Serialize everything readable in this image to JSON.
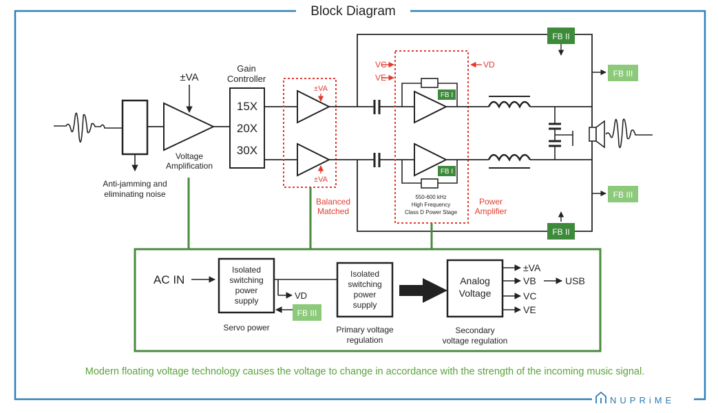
{
  "frame": {
    "title": "Block Diagram"
  },
  "signal_chain": {
    "filter_label_1": "Anti-jamming and",
    "filter_label_2": "eliminating noise",
    "va_label": "±VA",
    "voltage_amp_1": "Voltage",
    "voltage_amp_2": "Amplification",
    "gain_title_1": "Gain",
    "gain_title_2": "Controller",
    "gain_steps": [
      "15X",
      "20X",
      "30X"
    ]
  },
  "balanced": {
    "va_top": "±VA",
    "va_bottom": "±VA",
    "label_1": "Balanced",
    "label_2": "Matched"
  },
  "power_stage": {
    "vc": "VC",
    "ve": "VE",
    "vd": "VD",
    "fb1_top": "FB I",
    "fb1_bottom": "FB I",
    "desc_1": "550-600 kHz",
    "desc_2": "High Frequency",
    "desc_3": "Class D Power Stage",
    "power_amp_1": "Power",
    "power_amp_2": "Amplifier"
  },
  "feedback": {
    "fb2_top": "FB II",
    "fb2_bottom": "FB II",
    "fb3_top": "FB III",
    "fb3_bottom": "FB III"
  },
  "power_supply": {
    "ac_in": "AC IN",
    "servo_box": [
      "Isolated",
      "switching",
      "power",
      "supply"
    ],
    "servo_vd": "VD",
    "servo_fb3": "FB III",
    "servo_label": "Servo power",
    "primary_box": [
      "Isolated",
      "switching",
      "power",
      "supply"
    ],
    "primary_label_1": "Primary voltage",
    "primary_label_2": "regulation",
    "analog_1": "Analog",
    "analog_2": "Voltage",
    "outputs": [
      "±VA",
      "VB",
      "VC",
      "VE"
    ],
    "usb": "USB",
    "secondary_label_1": "Secondary",
    "secondary_label_2": "voltage regulation"
  },
  "caption": "Modern floating voltage technology causes the voltage to change in accordance with the strength of the incoming music signal.",
  "brand": "NUPRiME",
  "colors": {
    "frame_blue": "#2f7fb8",
    "red_dashed": "#e03a2e",
    "fb_dark_green": "#3c8a3a",
    "fb_light_green": "#8cc97a",
    "psu_green": "#4a8a3f",
    "caption_green": "#5aa23a",
    "brand_blue": "#2a78b0"
  }
}
